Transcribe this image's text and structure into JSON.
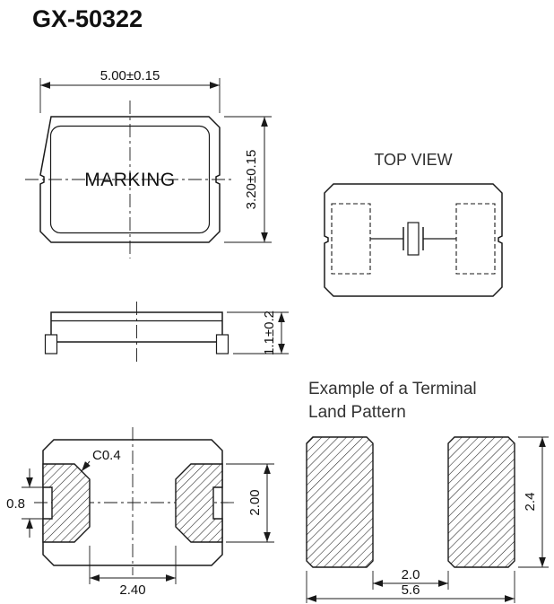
{
  "title": "GX-50322",
  "front_view": {
    "marking": "MARKING",
    "width_dim": "5.00±0.15",
    "height_dim": "3.20±0.15"
  },
  "top_view": {
    "label": "TOP VIEW"
  },
  "side_view": {
    "thickness_dim": "1.1±0.2"
  },
  "bottom_view": {
    "chamfer_dim": "C0.4",
    "castellation_dim": "0.8",
    "pad_height_dim": "2.00",
    "pad_gap_dim": "2.40"
  },
  "land_pattern": {
    "caption_line1": "Example of a Terminal",
    "caption_line2": "Land Pattern",
    "gap_dim": "2.0",
    "overall_width_dim": "5.6",
    "pad_height_dim": "2.4"
  },
  "colors": {
    "line": "#1a1a1a",
    "text": "#111111",
    "caption": "#333333"
  }
}
